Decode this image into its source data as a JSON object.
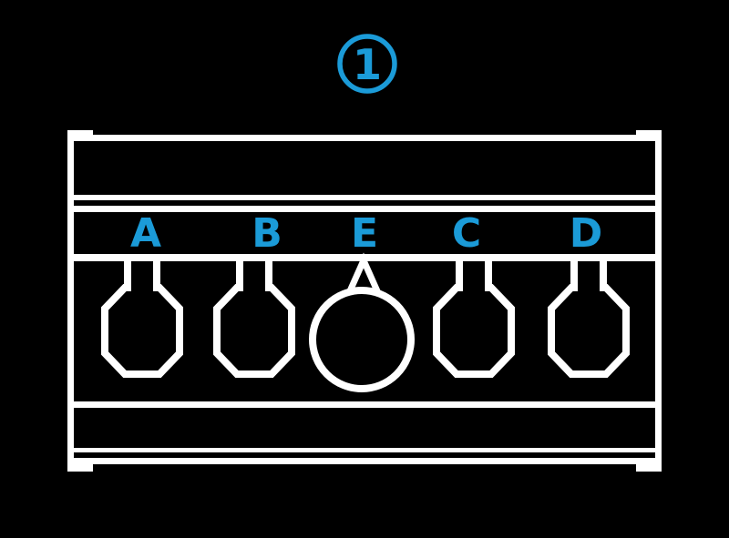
{
  "figure": {
    "number": "1"
  },
  "colors": {
    "background": "#000000",
    "line": "#ffffff",
    "accent": "#1b9bd8"
  },
  "panel": {
    "knobs": [
      {
        "label": "A",
        "type": "octagon-knob"
      },
      {
        "label": "B",
        "type": "octagon-knob"
      },
      {
        "label": "E",
        "type": "round-knob-with-pointer"
      },
      {
        "label": "C",
        "type": "octagon-knob"
      },
      {
        "label": "D",
        "type": "octagon-knob"
      }
    ]
  }
}
